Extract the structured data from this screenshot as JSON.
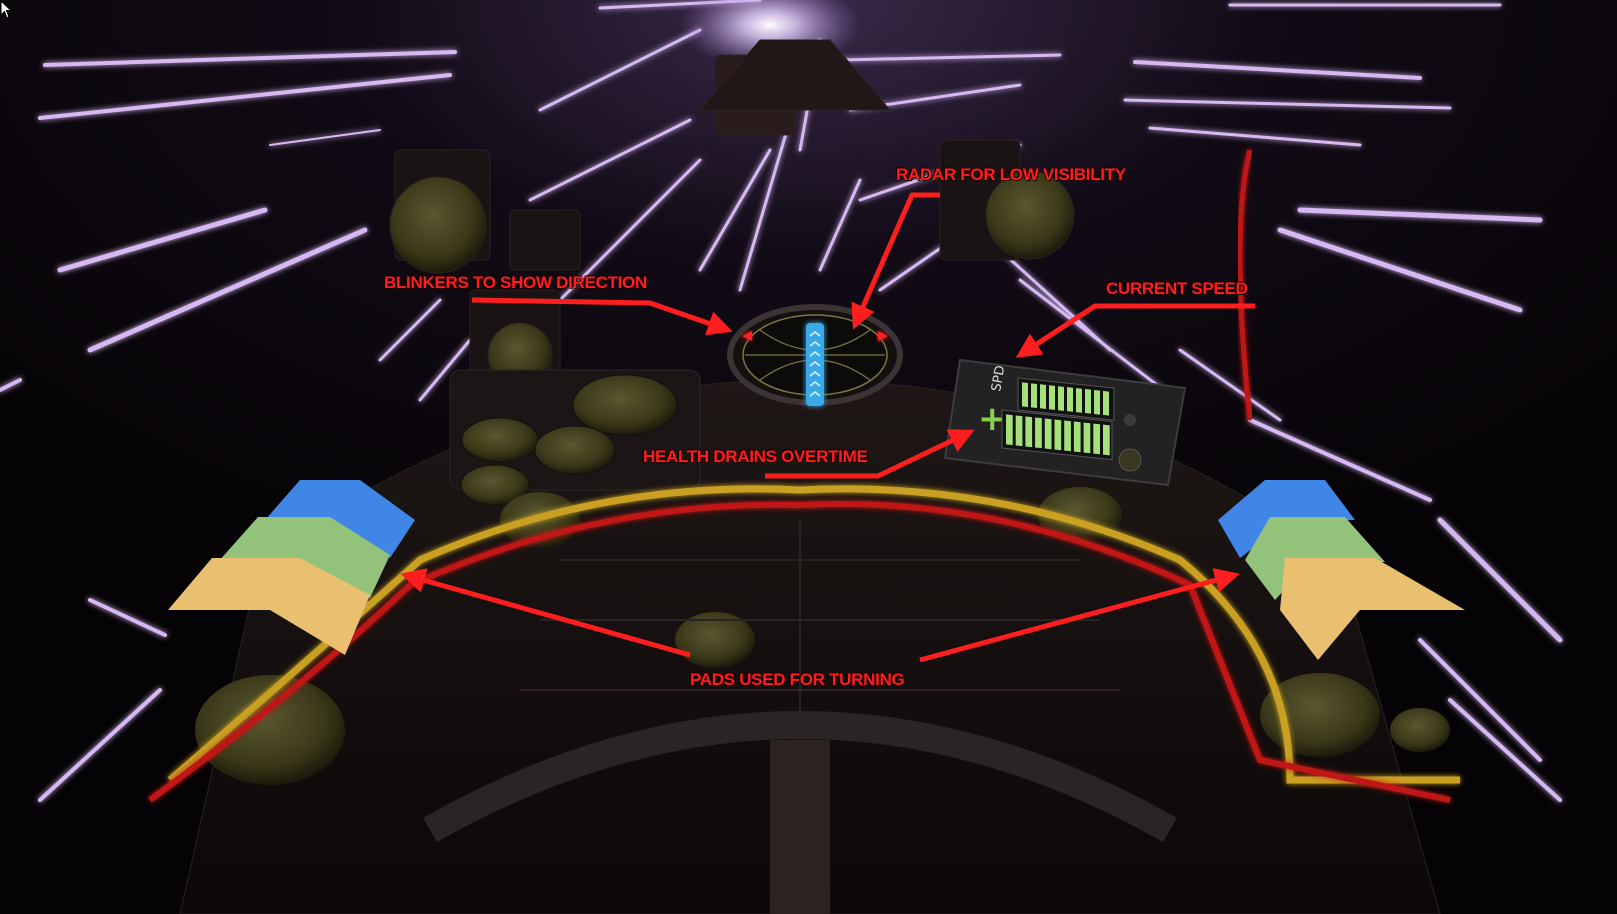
{
  "annotations": {
    "radar": "RADAR FOR LOW VISIBILITY",
    "blinkers": "BLINKERS TO SHOW DIRECTION",
    "speed": "CURRENT SPEED",
    "health": "HEALTH DRAINS OVERTIME",
    "pads": "PADS USED FOR TURNING"
  },
  "hud": {
    "speed_label": "SPD",
    "speed_level": 1.0,
    "health_level": 1.0,
    "health_icon": "plus-icon"
  },
  "pads": {
    "colors": [
      "#3f86e6",
      "#93c27a",
      "#e8c070"
    ]
  },
  "colors": {
    "annotation": "#ff1e1e",
    "streak": "#d6b8f2",
    "hull": "#1a1414",
    "speaker": "#3c3a1a",
    "gauge": "#a6e07a"
  }
}
